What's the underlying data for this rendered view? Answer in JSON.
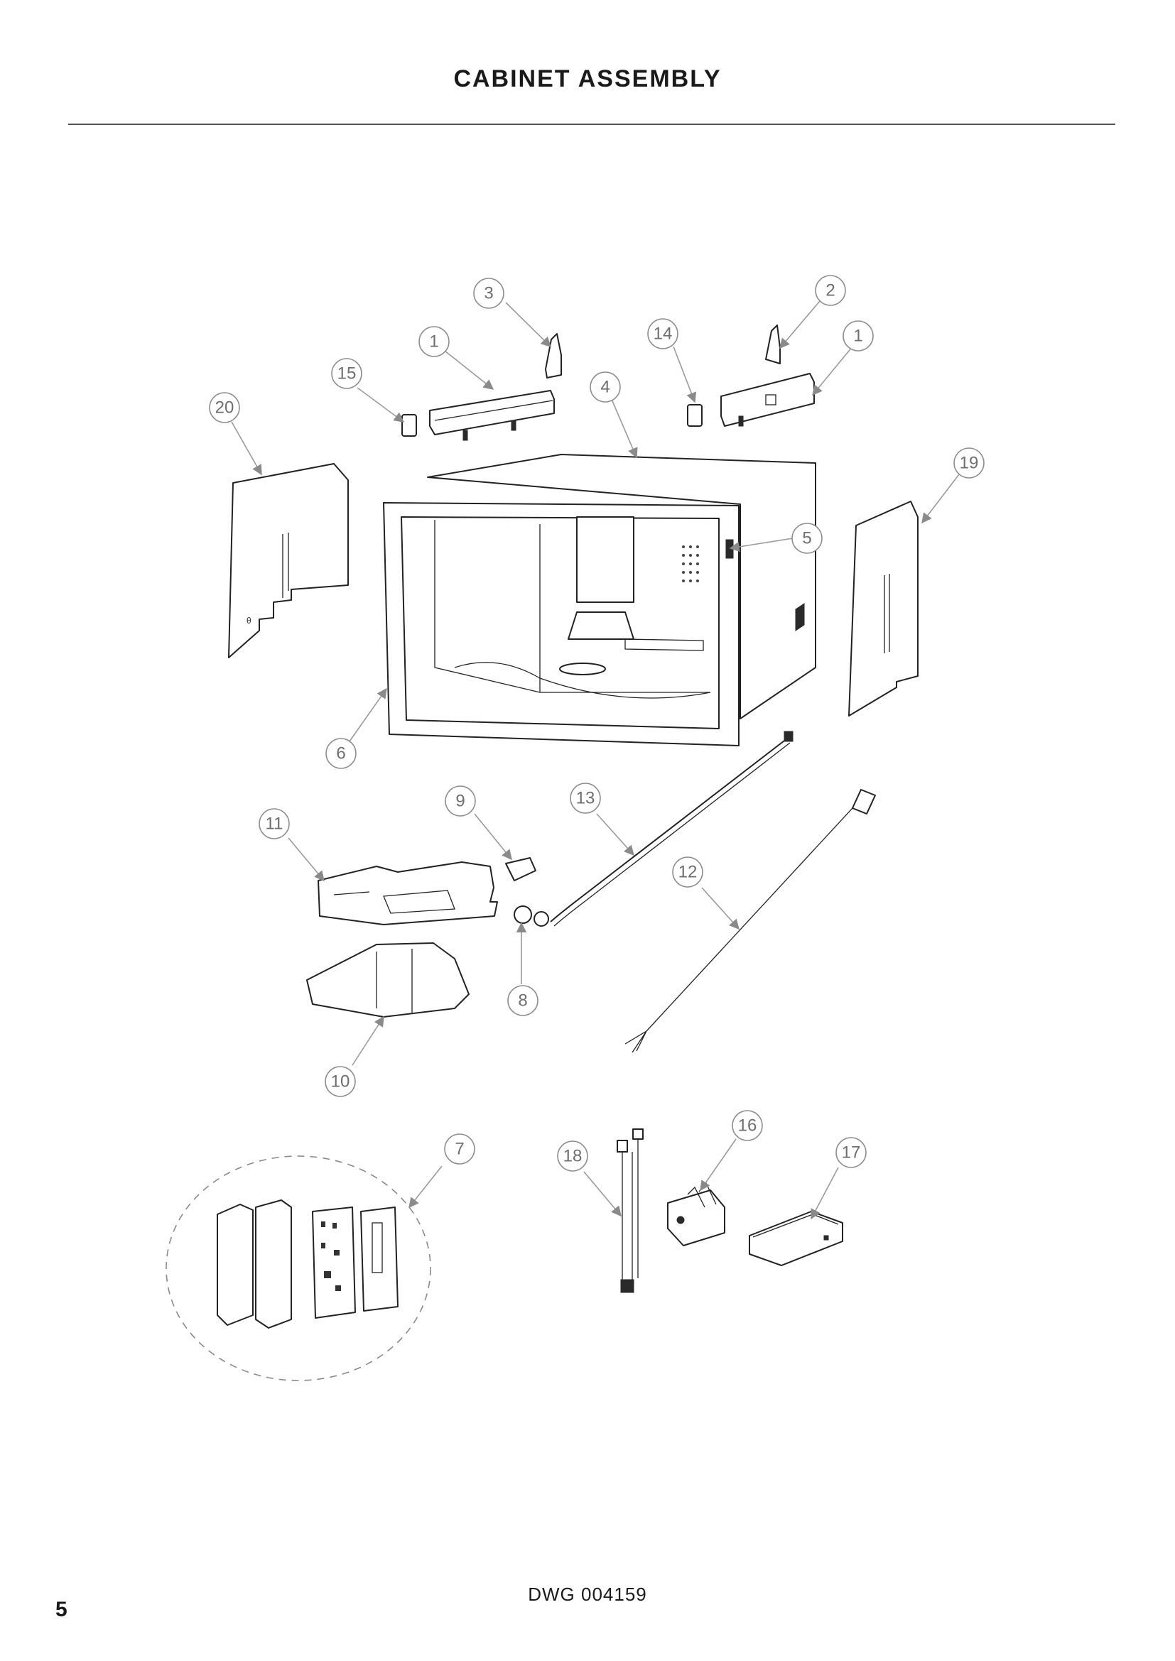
{
  "title": "CABINET ASSEMBLY",
  "drawing_number": "DWG 004159",
  "page_number": "5",
  "callouts": [
    "1",
    "2",
    "3",
    "4",
    "5",
    "6",
    "7",
    "8",
    "9",
    "10",
    "11",
    "12",
    "13",
    "14",
    "15",
    "16",
    "17",
    "18",
    "19",
    "20"
  ]
}
